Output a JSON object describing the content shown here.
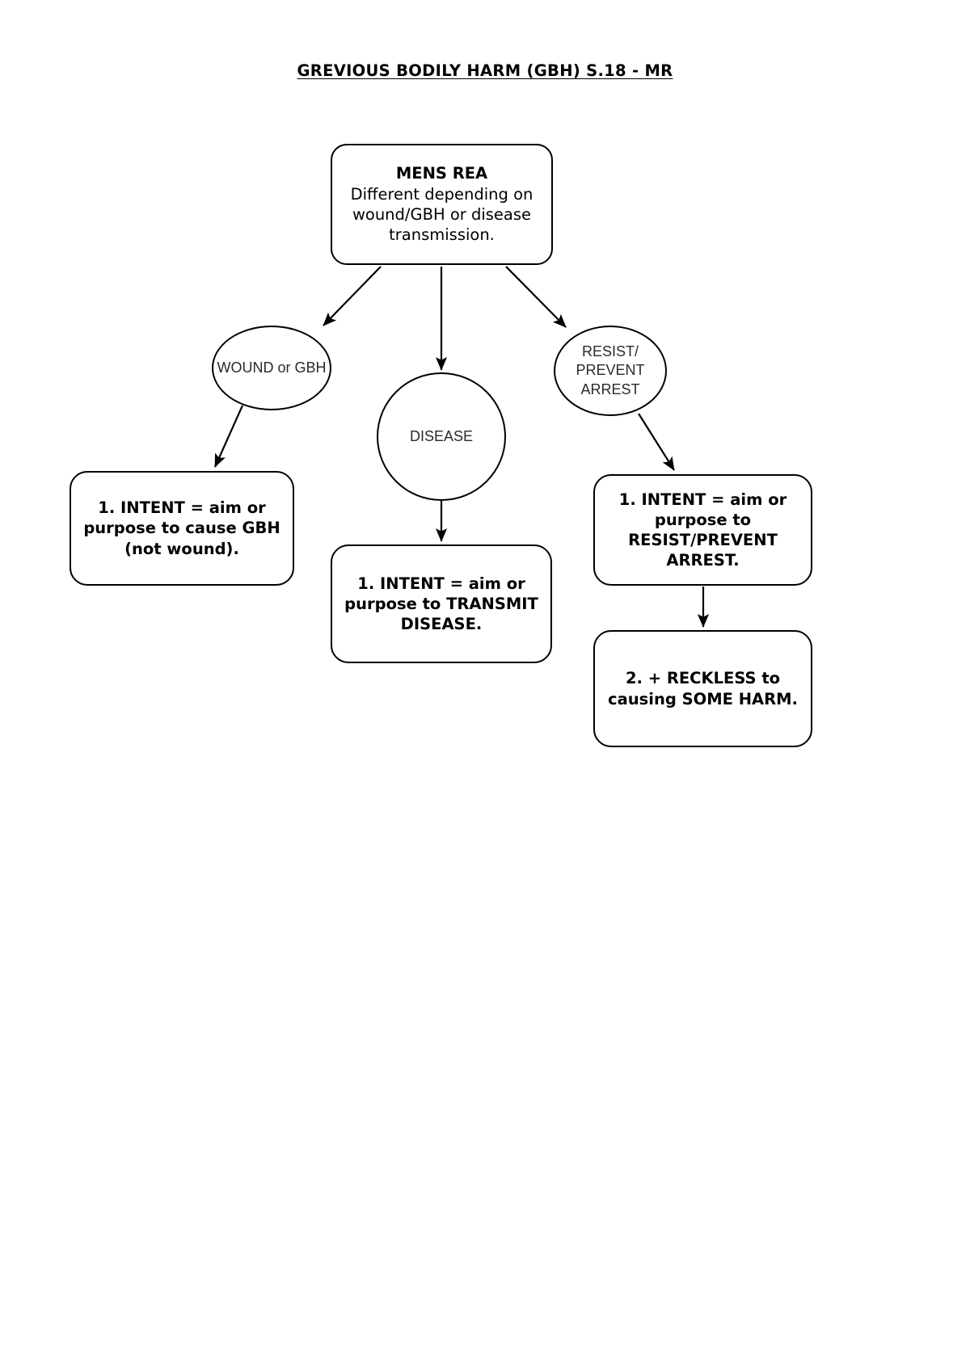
{
  "document": {
    "title": "GREVIOUS BODILY HARM (GBH) S.18 - MR"
  },
  "diagram": {
    "type": "flowchart",
    "nodes": {
      "mens_rea": {
        "shape": "rounded-rectangle",
        "heading": "MENS REA",
        "body": "Different depending on wound/GBH or disease transmission."
      },
      "wound_or_gbh": {
        "shape": "circle",
        "text": "WOUND or GBH"
      },
      "disease": {
        "shape": "circle",
        "text": "DISEASE"
      },
      "resist_prevent_arrest": {
        "shape": "circle",
        "text": "RESIST/\nPREVENT\nARREST"
      },
      "intent_gbh": {
        "shape": "rounded-rectangle",
        "text": "1. INTENT = aim or purpose to cause GBH (not wound)."
      },
      "intent_transmit_disease": {
        "shape": "rounded-rectangle",
        "text": "1. INTENT = aim or purpose to TRANSMIT DISEASE."
      },
      "intent_resist_arrest": {
        "shape": "rounded-rectangle",
        "text": "1. INTENT = aim or purpose to RESIST/PREVENT ARREST."
      },
      "reckless_some_harm": {
        "shape": "rounded-rectangle",
        "text": "2. + RECKLESS to causing SOME HARM."
      }
    },
    "edges": [
      {
        "from": "mens_rea",
        "to": "wound_or_gbh",
        "style": "arrow"
      },
      {
        "from": "mens_rea",
        "to": "disease",
        "style": "arrow"
      },
      {
        "from": "mens_rea",
        "to": "resist_prevent_arrest",
        "style": "arrow"
      },
      {
        "from": "wound_or_gbh",
        "to": "intent_gbh",
        "style": "arrow"
      },
      {
        "from": "disease",
        "to": "intent_transmit_disease",
        "style": "arrow"
      },
      {
        "from": "resist_prevent_arrest",
        "to": "intent_resist_arrest",
        "style": "arrow"
      },
      {
        "from": "intent_resist_arrest",
        "to": "reckless_some_harm",
        "style": "arrow"
      }
    ],
    "colors": {
      "stroke": "#000000",
      "fill": "#ffffff",
      "text": "#000000"
    }
  }
}
